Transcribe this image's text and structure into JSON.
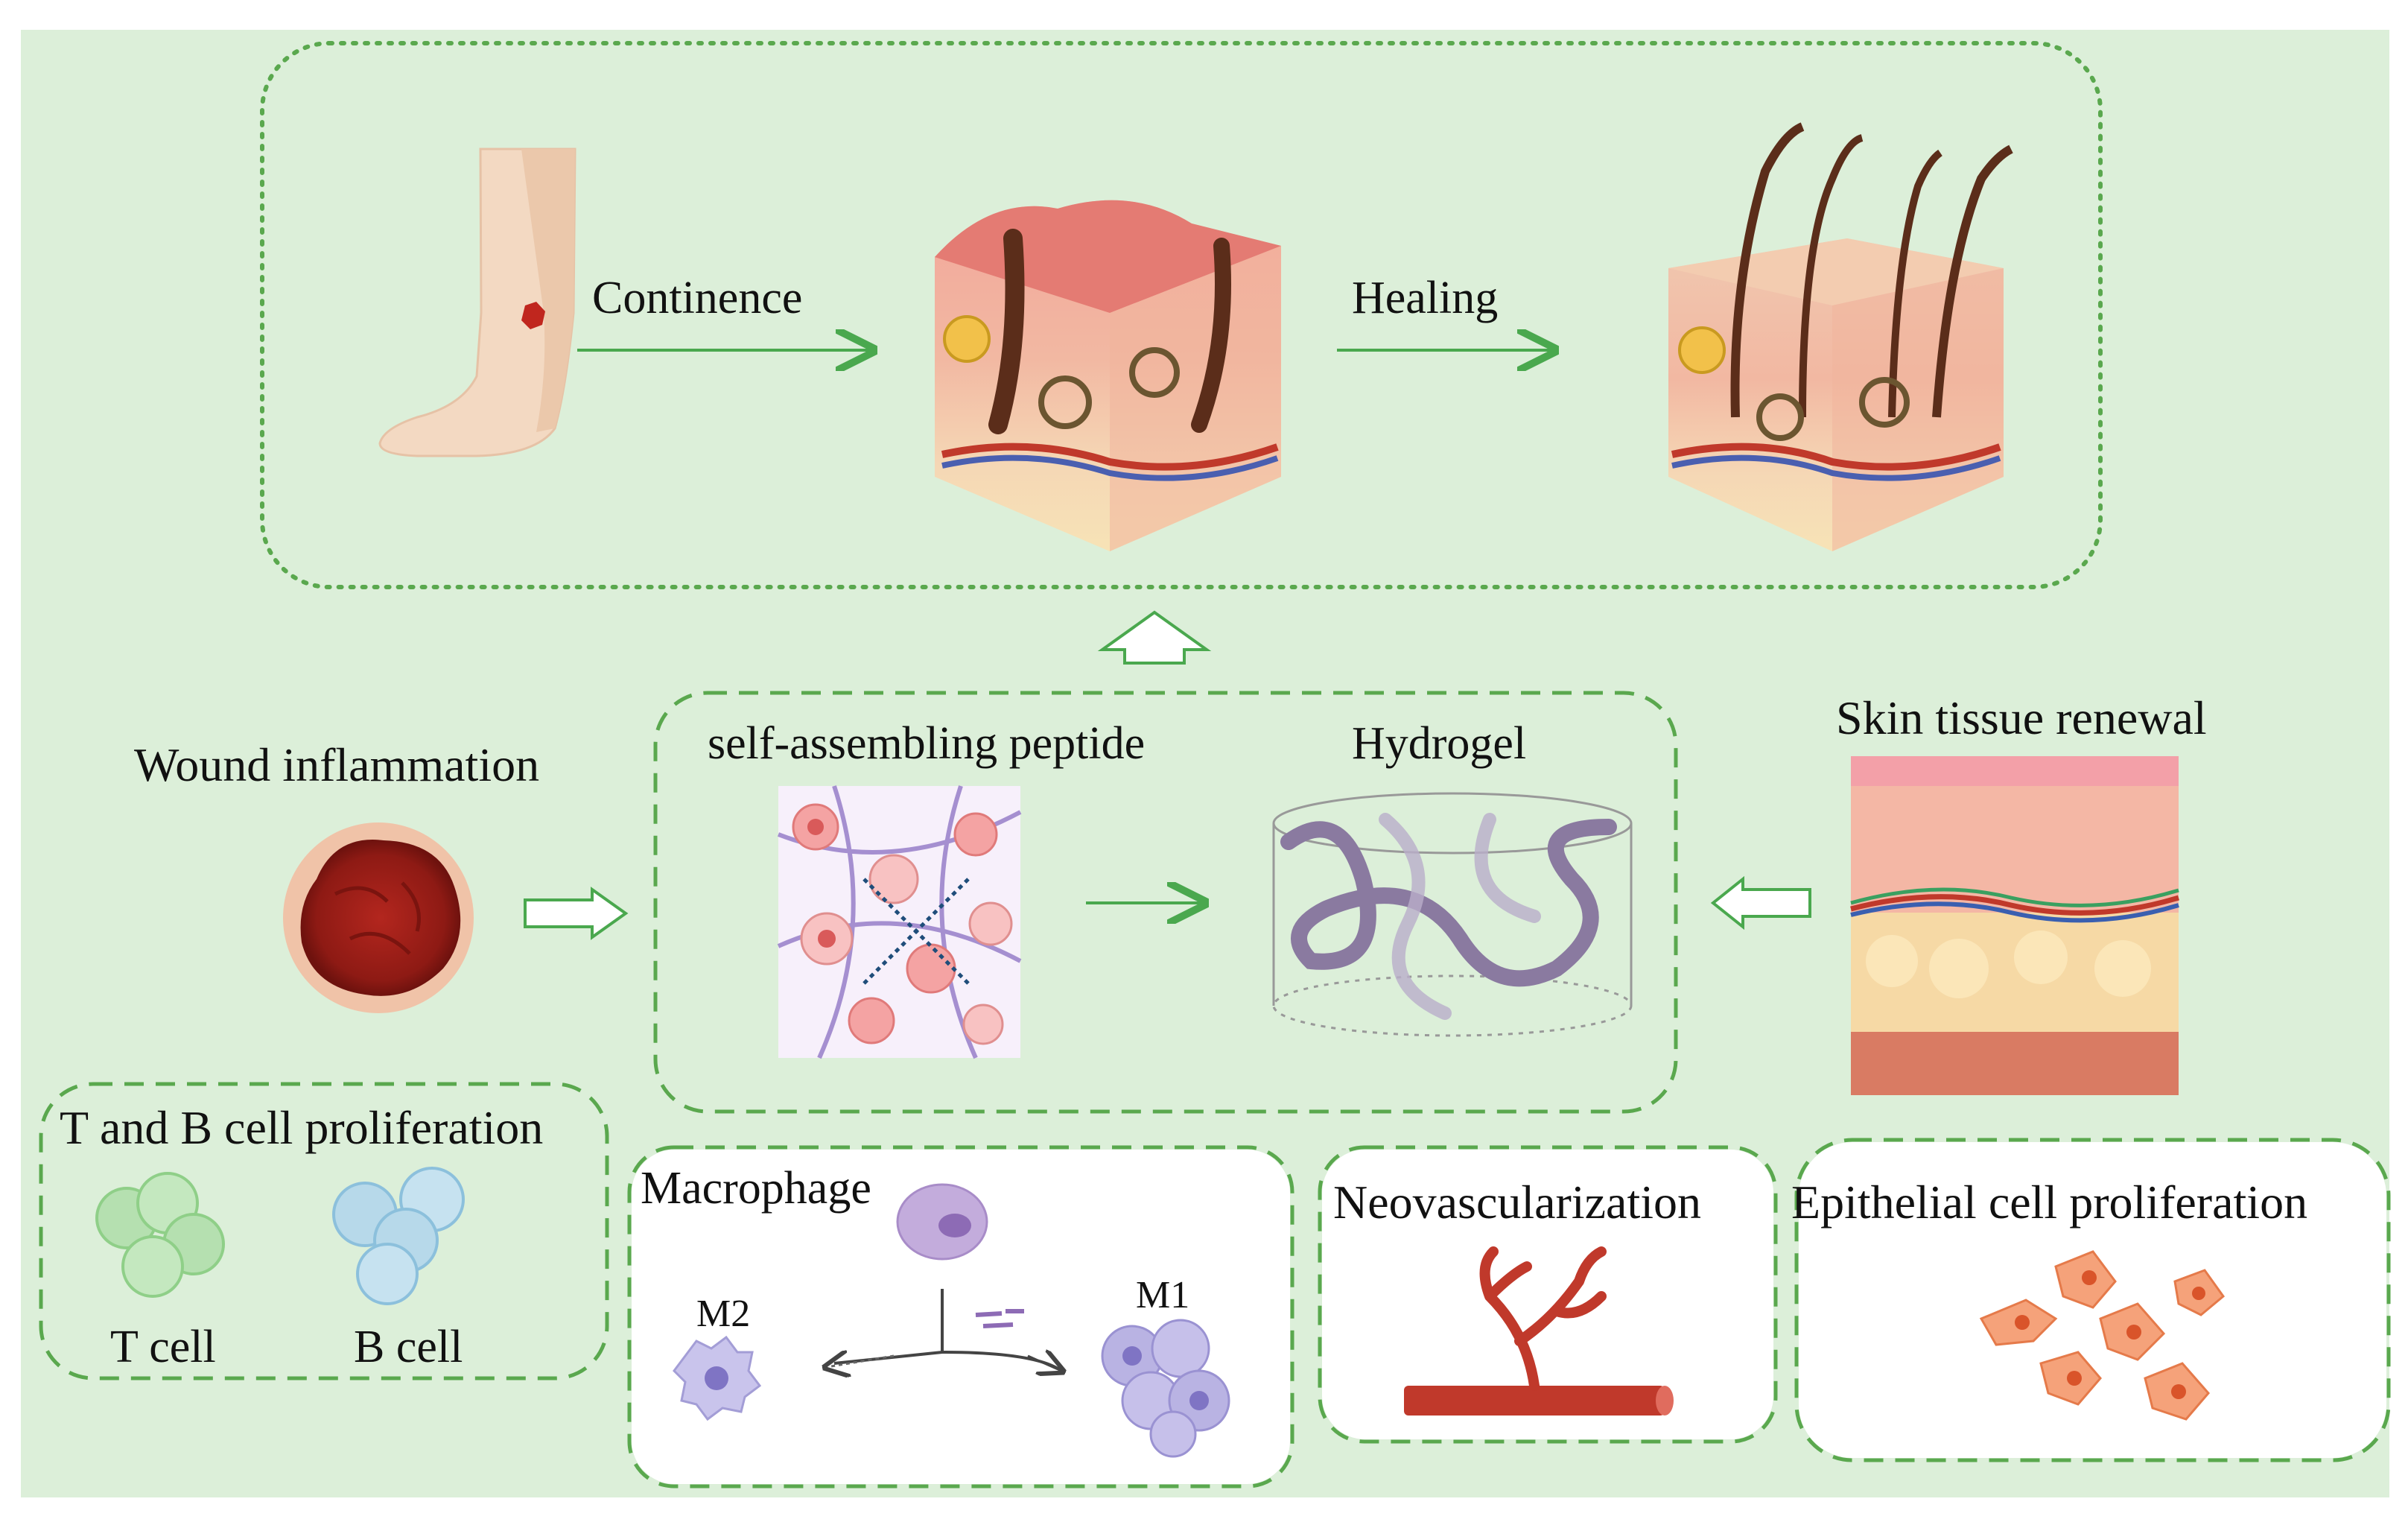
{
  "top_panel": {
    "arrow1_label": "Continence",
    "arrow2_label": "Healing"
  },
  "middle": {
    "wound_label": "Wound inflammation",
    "peptide_label": "self-assembling peptide",
    "hydrogel_label": "Hydrogel",
    "renewal_label": "Skin tissue renewal"
  },
  "bottom": {
    "tb_title": "T and B cell proliferation",
    "t_cell": "T cell",
    "b_cell": "B cell",
    "macrophage_title": "Macrophage",
    "m2": "M2",
    "m1": "M1",
    "neo_title": "Neovascularization",
    "epi_title": "Epithelial cell proliferation"
  },
  "colors": {
    "background": "#dcefd9",
    "panel_border": "#5aa84e",
    "arrow": "#4aa84e",
    "wound": "#b3261e",
    "vessel": "#c0392b"
  }
}
